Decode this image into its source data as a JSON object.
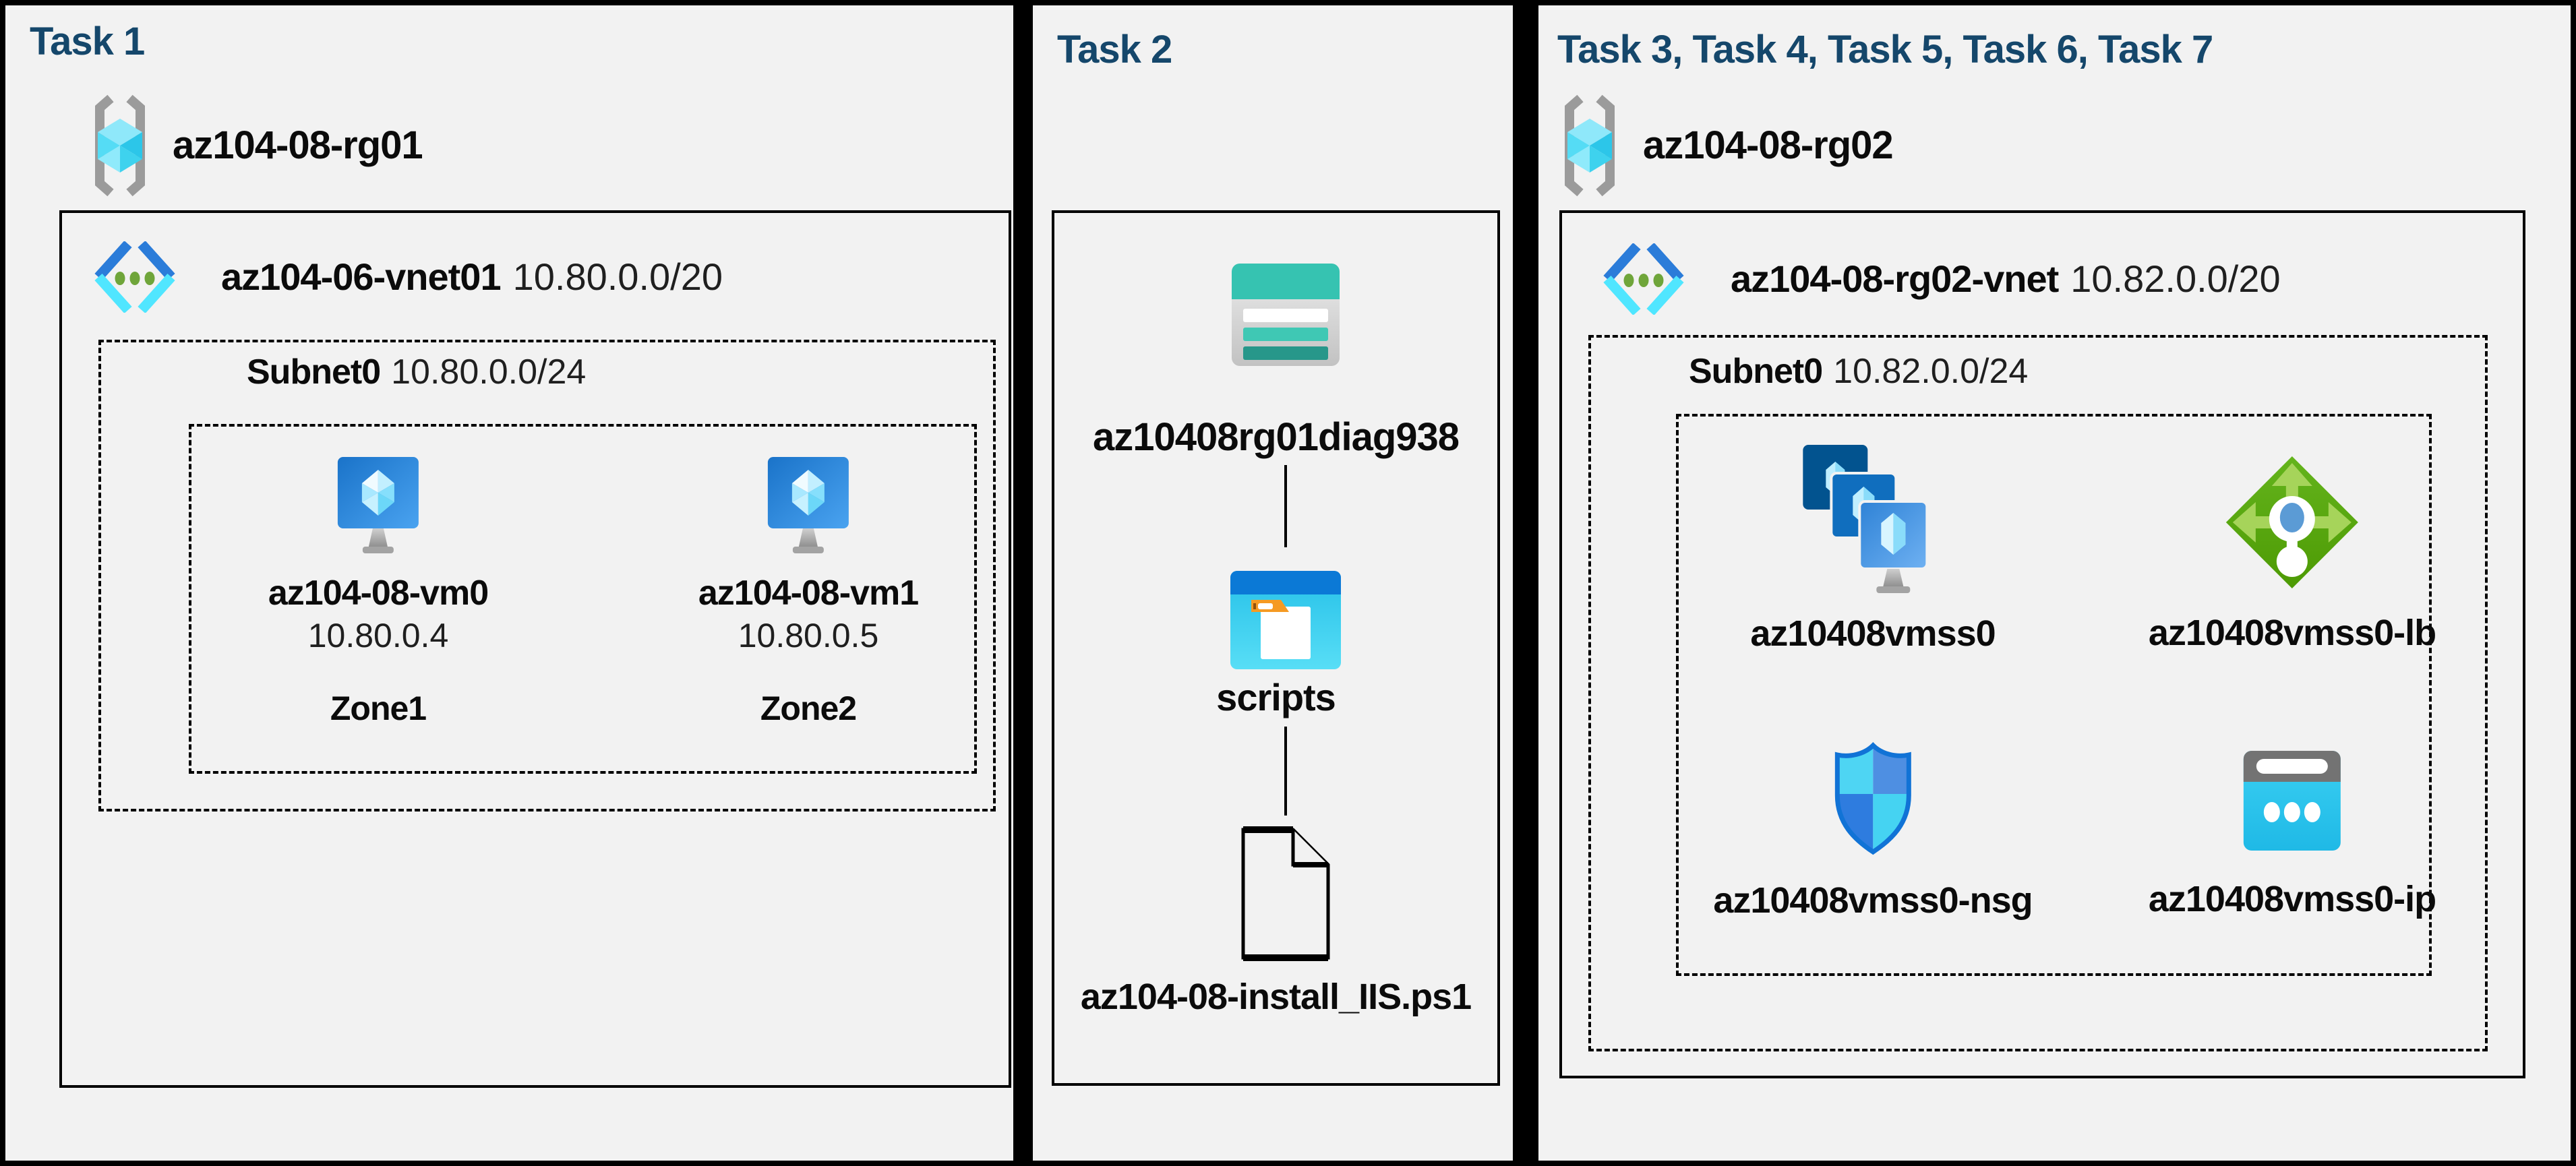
{
  "colors": {
    "background": "#000000",
    "panel_bg": "#f2f2f2",
    "title_navy": "#15476b",
    "label_black": "#0b0b0b",
    "storage_teal": "#36c3b1",
    "azure_blue": "#0b79d6",
    "cyan": "#2fc9f0",
    "lb_green": "#5aa60f",
    "bracket_gray": "#9b9b9b"
  },
  "icons": {
    "resource_group": "brackets-cube-icon",
    "virtual_network": "vnet-chevrons-icon",
    "virtual_machine": "vm-monitor-icon",
    "storage_account": "storage-table-icon",
    "blob_container": "folder-window-icon",
    "script_file": "document-icon",
    "vm_scale_set": "vmss-stacked-monitors-icon",
    "load_balancer": "load-balancer-diamond-icon",
    "network_security_group": "shield-icon",
    "public_ip": "public-ip-browser-icon"
  },
  "panels": [
    {
      "title": "Task 1",
      "resource_group": "az104-08-rg01",
      "vnet_name": "az104-06-vnet01",
      "vnet_cidr": "10.80.0.0/20",
      "subnet_name": "Subnet0",
      "subnet_cidr": "10.80.0.0/24",
      "vms": [
        {
          "name": "az104-08-vm0",
          "ip": "10.80.0.4",
          "zone": "Zone1"
        },
        {
          "name": "az104-08-vm1",
          "ip": "10.80.0.5",
          "zone": "Zone2"
        }
      ]
    },
    {
      "title": "Task 2",
      "storage_account": "az10408rg01diag938",
      "container": "scripts",
      "file": "az104-08-install_IIS.ps1"
    },
    {
      "title": "Task 3, Task 4, Task 5, Task 6, Task 7",
      "resource_group": "az104-08-rg02",
      "vnet_name": "az104-08-rg02-vnet",
      "vnet_cidr": "10.82.0.0/20",
      "subnet_name": "Subnet0",
      "subnet_cidr": "10.82.0.0/24",
      "resources": [
        {
          "type": "vm-scale-set",
          "name": "az10408vmss0"
        },
        {
          "type": "load-balancer",
          "name": "az10408vmss0-lb"
        },
        {
          "type": "network-security-group",
          "name": "az10408vmss0-nsg"
        },
        {
          "type": "public-ip",
          "name": "az10408vmss0-ip"
        }
      ]
    }
  ]
}
